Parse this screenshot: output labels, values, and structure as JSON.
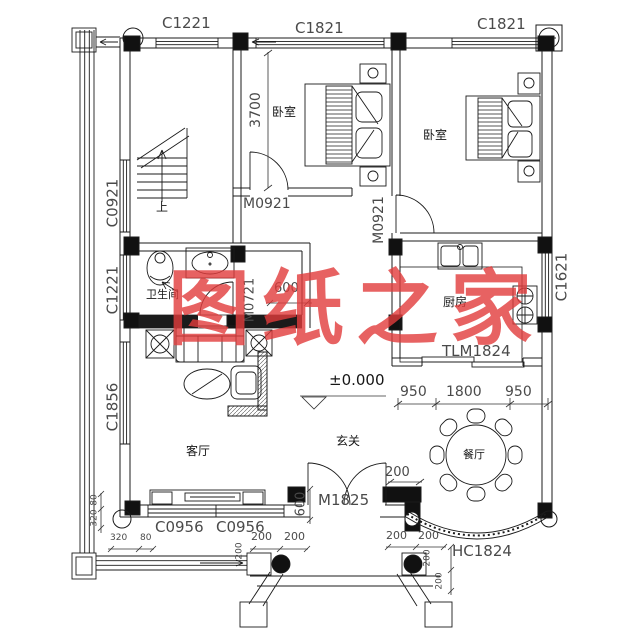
{
  "watermark": {
    "text": "图纸之家"
  },
  "colors": {
    "watermark": "#e23c3c",
    "line": "#1b1b1b",
    "label_gray": "#4a4a4a"
  },
  "rooms": {
    "bedroom1": "卧室",
    "bedroom2": "卧室",
    "bathroom": "卫生间",
    "kitchen": "厨房",
    "living": "客厅",
    "foyer": "玄关",
    "dining": "餐厅",
    "stairs_up": "上"
  },
  "windows": {
    "top_left": "C1221",
    "top_mid": "C1821",
    "top_right": "C1821",
    "left_upper": "C0921",
    "left_mid": "C1221",
    "left_lower": "C1856",
    "right_side": "C1621",
    "bottom_a": "C0956",
    "bottom_b": "C0956",
    "bay": "HC1824"
  },
  "doors": {
    "bedroom1": "M0921",
    "bedroom2": "M0921",
    "bathroom": "M0721",
    "entry": "M1825",
    "kitchen_sliding": "TLM1824"
  },
  "dimensions": {
    "bedroom_depth": "3700",
    "bath_opening": "600",
    "level_mark": "±0.000",
    "kitchen_left": "950",
    "kitchen_mid": "1800",
    "kitchen_right": "950",
    "entry_offset": "200",
    "entry_depth": "600",
    "sill_v_80": "80",
    "sill_v_320": "320",
    "sill_h_320": "320",
    "sill_h_80": "80",
    "porch_l_200a": "200",
    "porch_l_200b": "200",
    "porch_r_200a": "200",
    "porch_r_200b": "200",
    "porch_v_200a": "200",
    "porch_v_200b": "200",
    "porch_v_200c": "200"
  }
}
